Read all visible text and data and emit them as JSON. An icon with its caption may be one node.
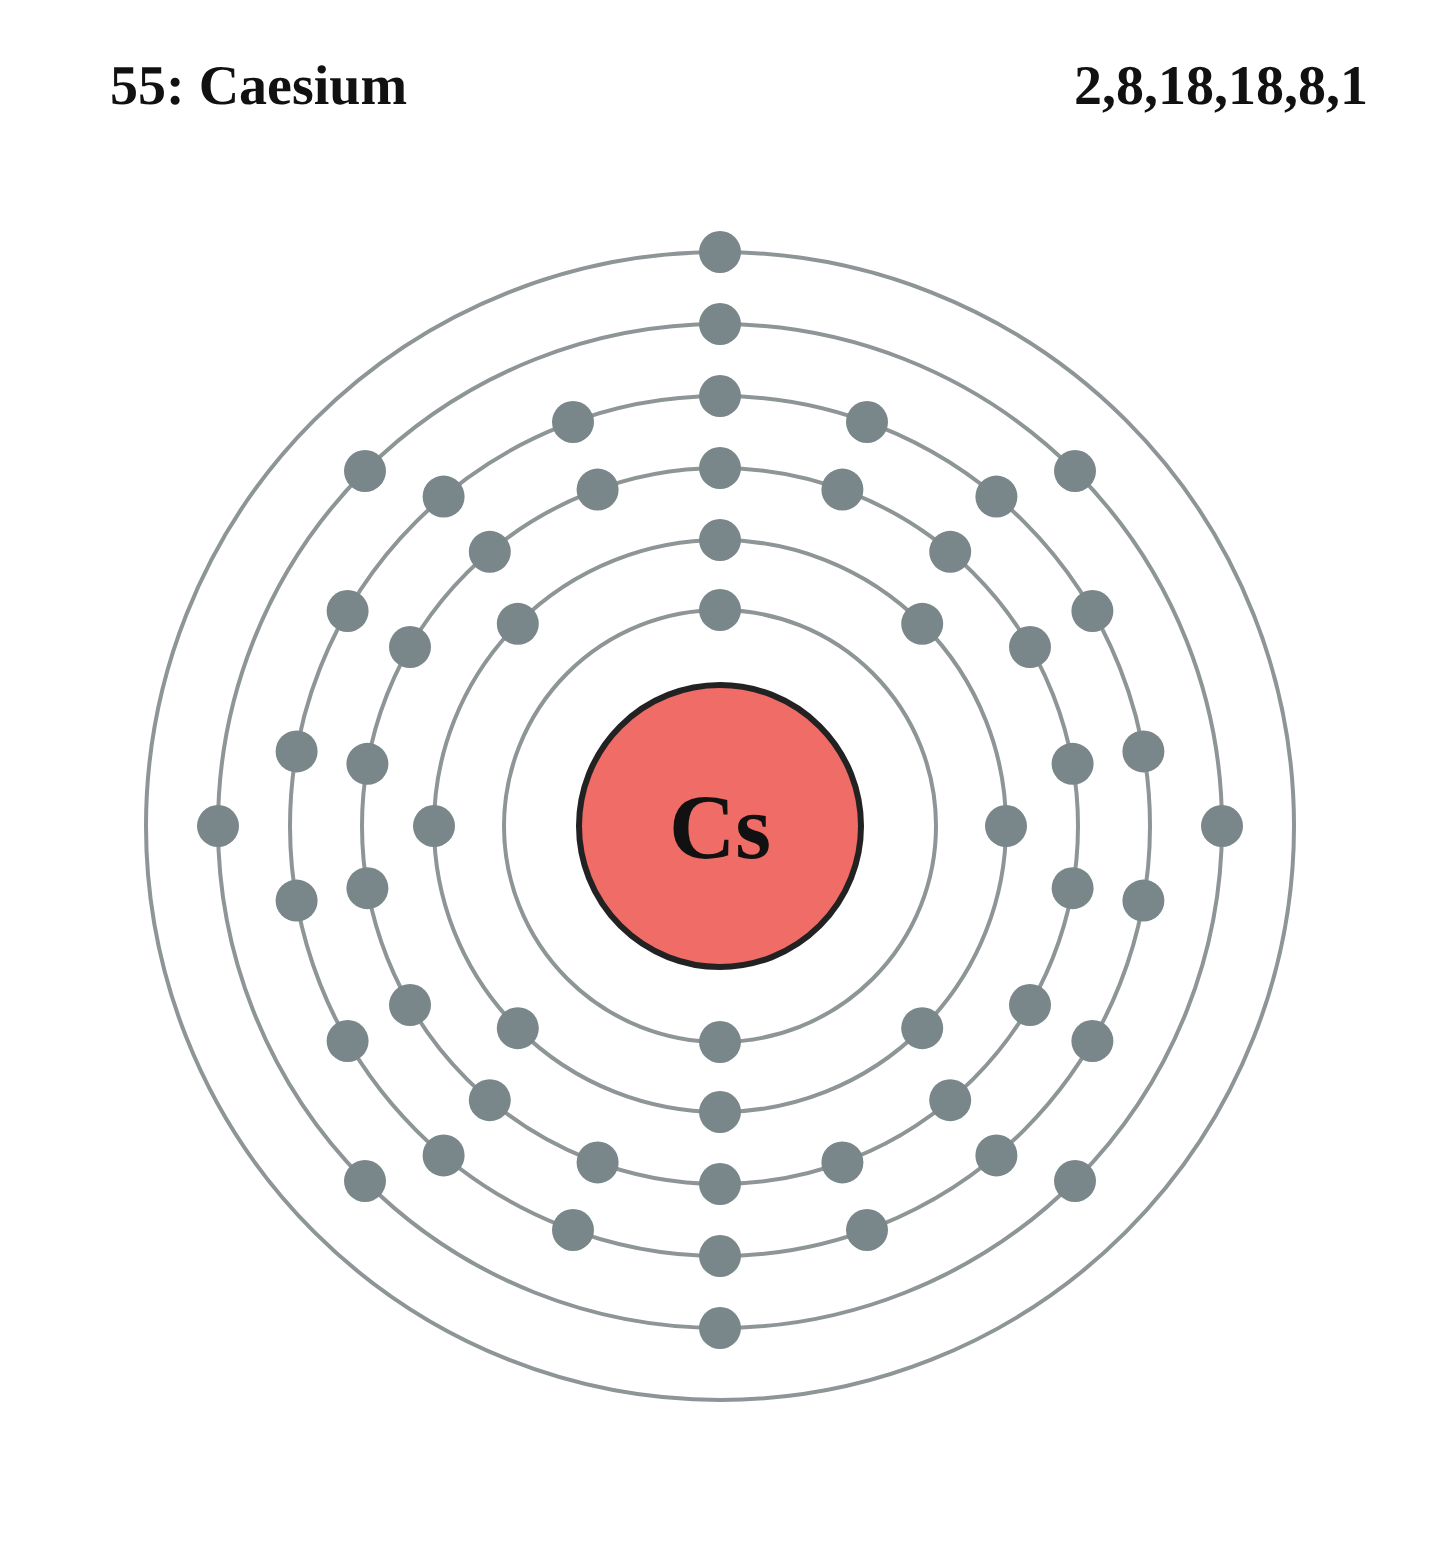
{
  "diagram": {
    "title": "55: Caesium",
    "nodes": [
      {
        "text": [
          "Cs"
        ]
      }
    ],
    "labels": [
      "2,8,18,18,8,1"
    ]
  }
}
